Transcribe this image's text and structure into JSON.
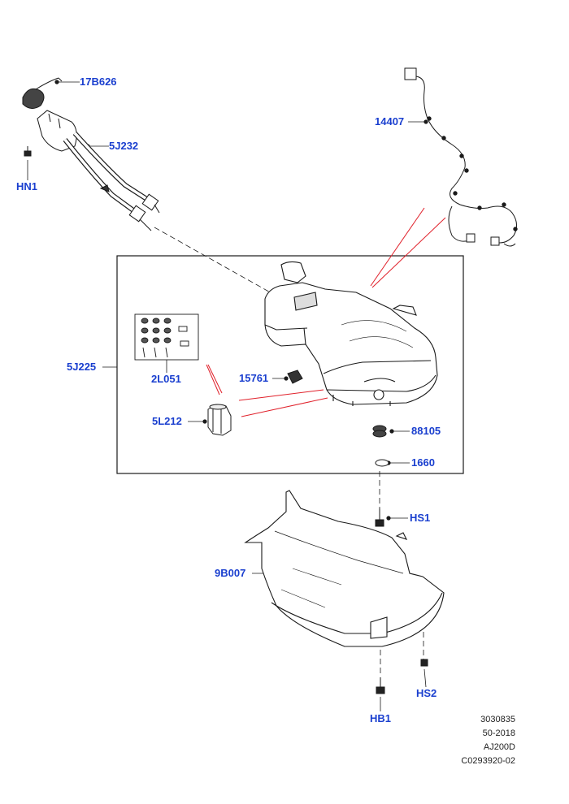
{
  "callouts": {
    "p17B626": "17B626",
    "p5J232": "5J232",
    "pHN1": "HN1",
    "p14407": "14407",
    "p5J225": "5J225",
    "p2L051": "2L051",
    "p15761": "15761",
    "p5L212": "5L212",
    "p88105": "88105",
    "p1660": "1660",
    "pHS1": "HS1",
    "p9B007": "9B007",
    "pHS2": "HS2",
    "pHB1": "HB1"
  },
  "footer": {
    "line1": "3030835",
    "line2": "50-2018",
    "line3": "AJ200D",
    "line4": "C0293920-02"
  },
  "colors": {
    "callout_text": "#1a3fcf",
    "highlight_lines": "#e0202a",
    "drawing": "#1a1a1a"
  }
}
